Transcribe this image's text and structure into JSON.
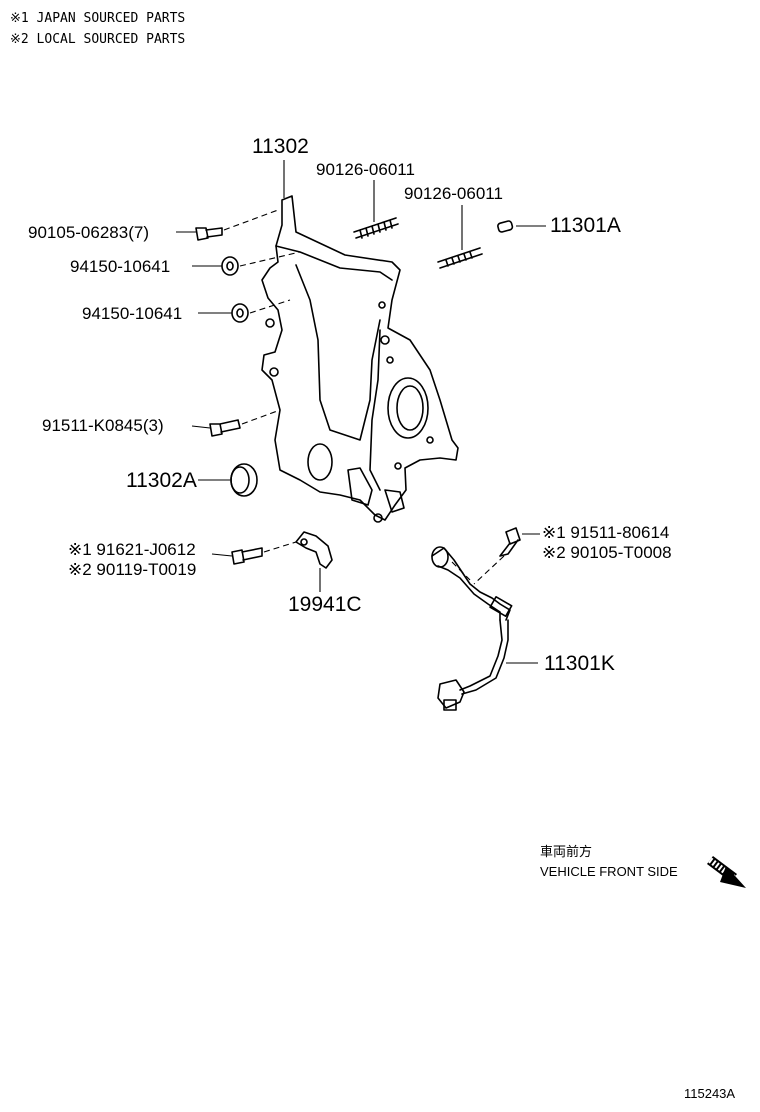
{
  "notes": [
    {
      "text": "※1 JAPAN SOURCED PARTS"
    },
    {
      "text": "※2 LOCAL SOURCED PARTS"
    }
  ],
  "parts": {
    "p11302": "11302",
    "p90126a": "90126-06011",
    "p90126b": "90126-06011",
    "p11301a": "11301A",
    "p90105": "90105-06283(7)",
    "p94150a": "94150-10641",
    "p94150b": "94150-10641",
    "p91511k": "91511-K0845(3)",
    "p11302a": "11302A",
    "p91621": "※1 91621-J0612",
    "p90119": "※2 90119-T0019",
    "p19941c": "19941C",
    "p91511_8": "※1 91511-80614",
    "p90105t": "※2 90105-T0008",
    "p11301k": "11301K"
  },
  "orientation": {
    "jp": "車両前方",
    "en": "VEHICLE FRONT SIDE"
  },
  "figure_id": "115243A"
}
